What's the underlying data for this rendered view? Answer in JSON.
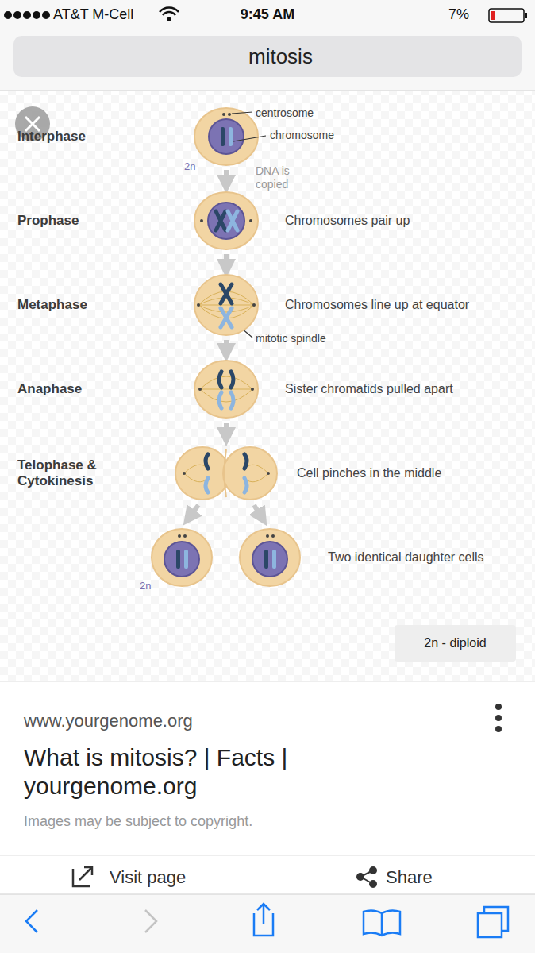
{
  "diagram": {
    "nodes": [
      {
        "text": [
          "mitosis"
        ]
      },
      {
        "text": [
          "2n - diploid"
        ]
      }
    ],
    "labels": [
      "AT&T M-Cell",
      "9:45 AM",
      "7%",
      "Interphase",
      "centrosome",
      "chromosome",
      "2n",
      "DNA is copied",
      "Prophase",
      "Chromosomes pair up",
      "Metaphase",
      "Chromosomes line up at equator",
      "mitotic spindle",
      "Anaphase",
      "Sister chromatids pulled apart",
      "Telophase & Cytokinesis",
      "Cell pinches in the middle",
      "Two identical daughter cells",
      "2n",
      "www.yourgenome.org",
      "What is mitosis? | Facts | yourgenome.org",
      "Images may be subject to copyright.",
      "Visit page",
      "Share"
    ]
  }
}
